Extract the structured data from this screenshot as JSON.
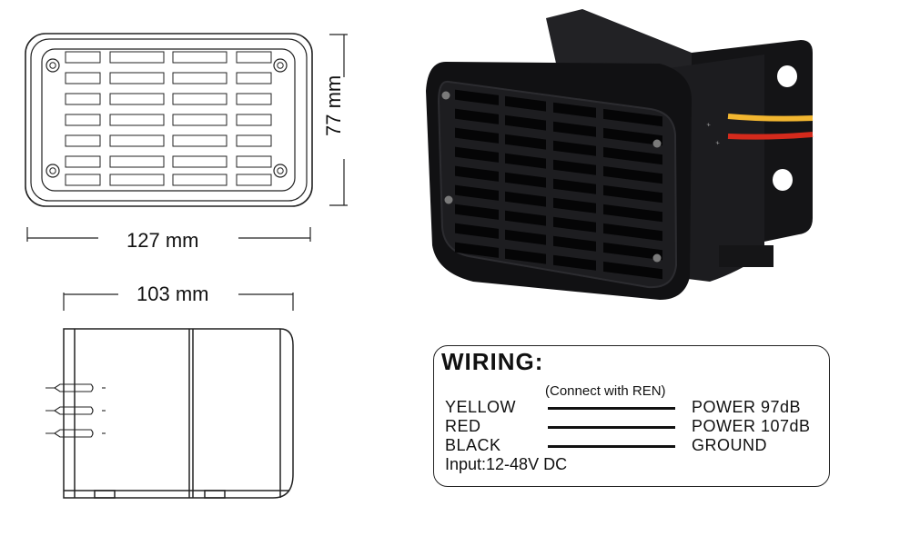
{
  "dimensions": {
    "front_width": "127 mm",
    "front_height": "77 mm",
    "side_depth": "103 mm"
  },
  "wiring": {
    "title": "WIRING:",
    "note": "(Connect with REN)",
    "wires": [
      {
        "color": "YELLOW",
        "function": "POWER 97dB"
      },
      {
        "color": "RED",
        "function": "POWER 107dB"
      },
      {
        "color": "BLACK",
        "function": "GROUND"
      }
    ],
    "input": "Input:12-48V DC"
  },
  "photo": {
    "wire_colors": {
      "yellow": "#f2b630",
      "red": "#d42a1c"
    },
    "body_color": "#1a1a1c"
  }
}
